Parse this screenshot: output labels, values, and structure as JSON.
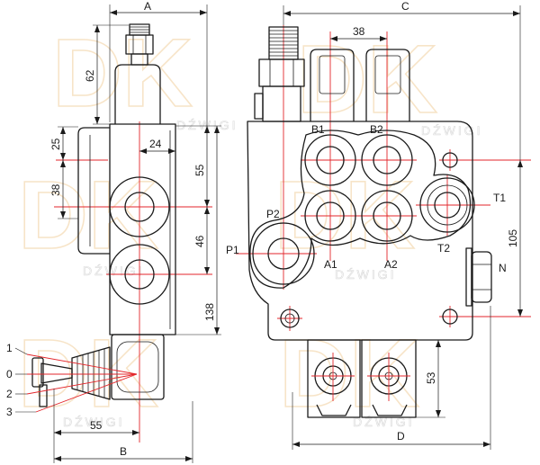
{
  "watermark": {
    "logo": "DK",
    "sub": "DŹWIGI"
  },
  "colors": {
    "outline": "#1a1a1a",
    "centerline": "#e3262b",
    "watermark": "#f1cf9c"
  },
  "side_view": {
    "dims": {
      "a": "A",
      "d62": "62",
      "d25": "25",
      "d38": "38",
      "d24": "24",
      "d55": "55",
      "d46": "46",
      "d138": "138",
      "d55b": "55",
      "b": "B"
    },
    "lever_positions": [
      "1",
      "0",
      "2",
      "3"
    ]
  },
  "front_view": {
    "dims": {
      "c": "C",
      "d38": "38",
      "d105": "105",
      "d53": "53",
      "d": "D"
    },
    "ports": {
      "b1": "B1",
      "b2": "B2",
      "a1": "A1",
      "a2": "A2",
      "t1": "T1",
      "t2": "T2",
      "p1": "P1",
      "p2": "P2",
      "n": "N"
    }
  }
}
